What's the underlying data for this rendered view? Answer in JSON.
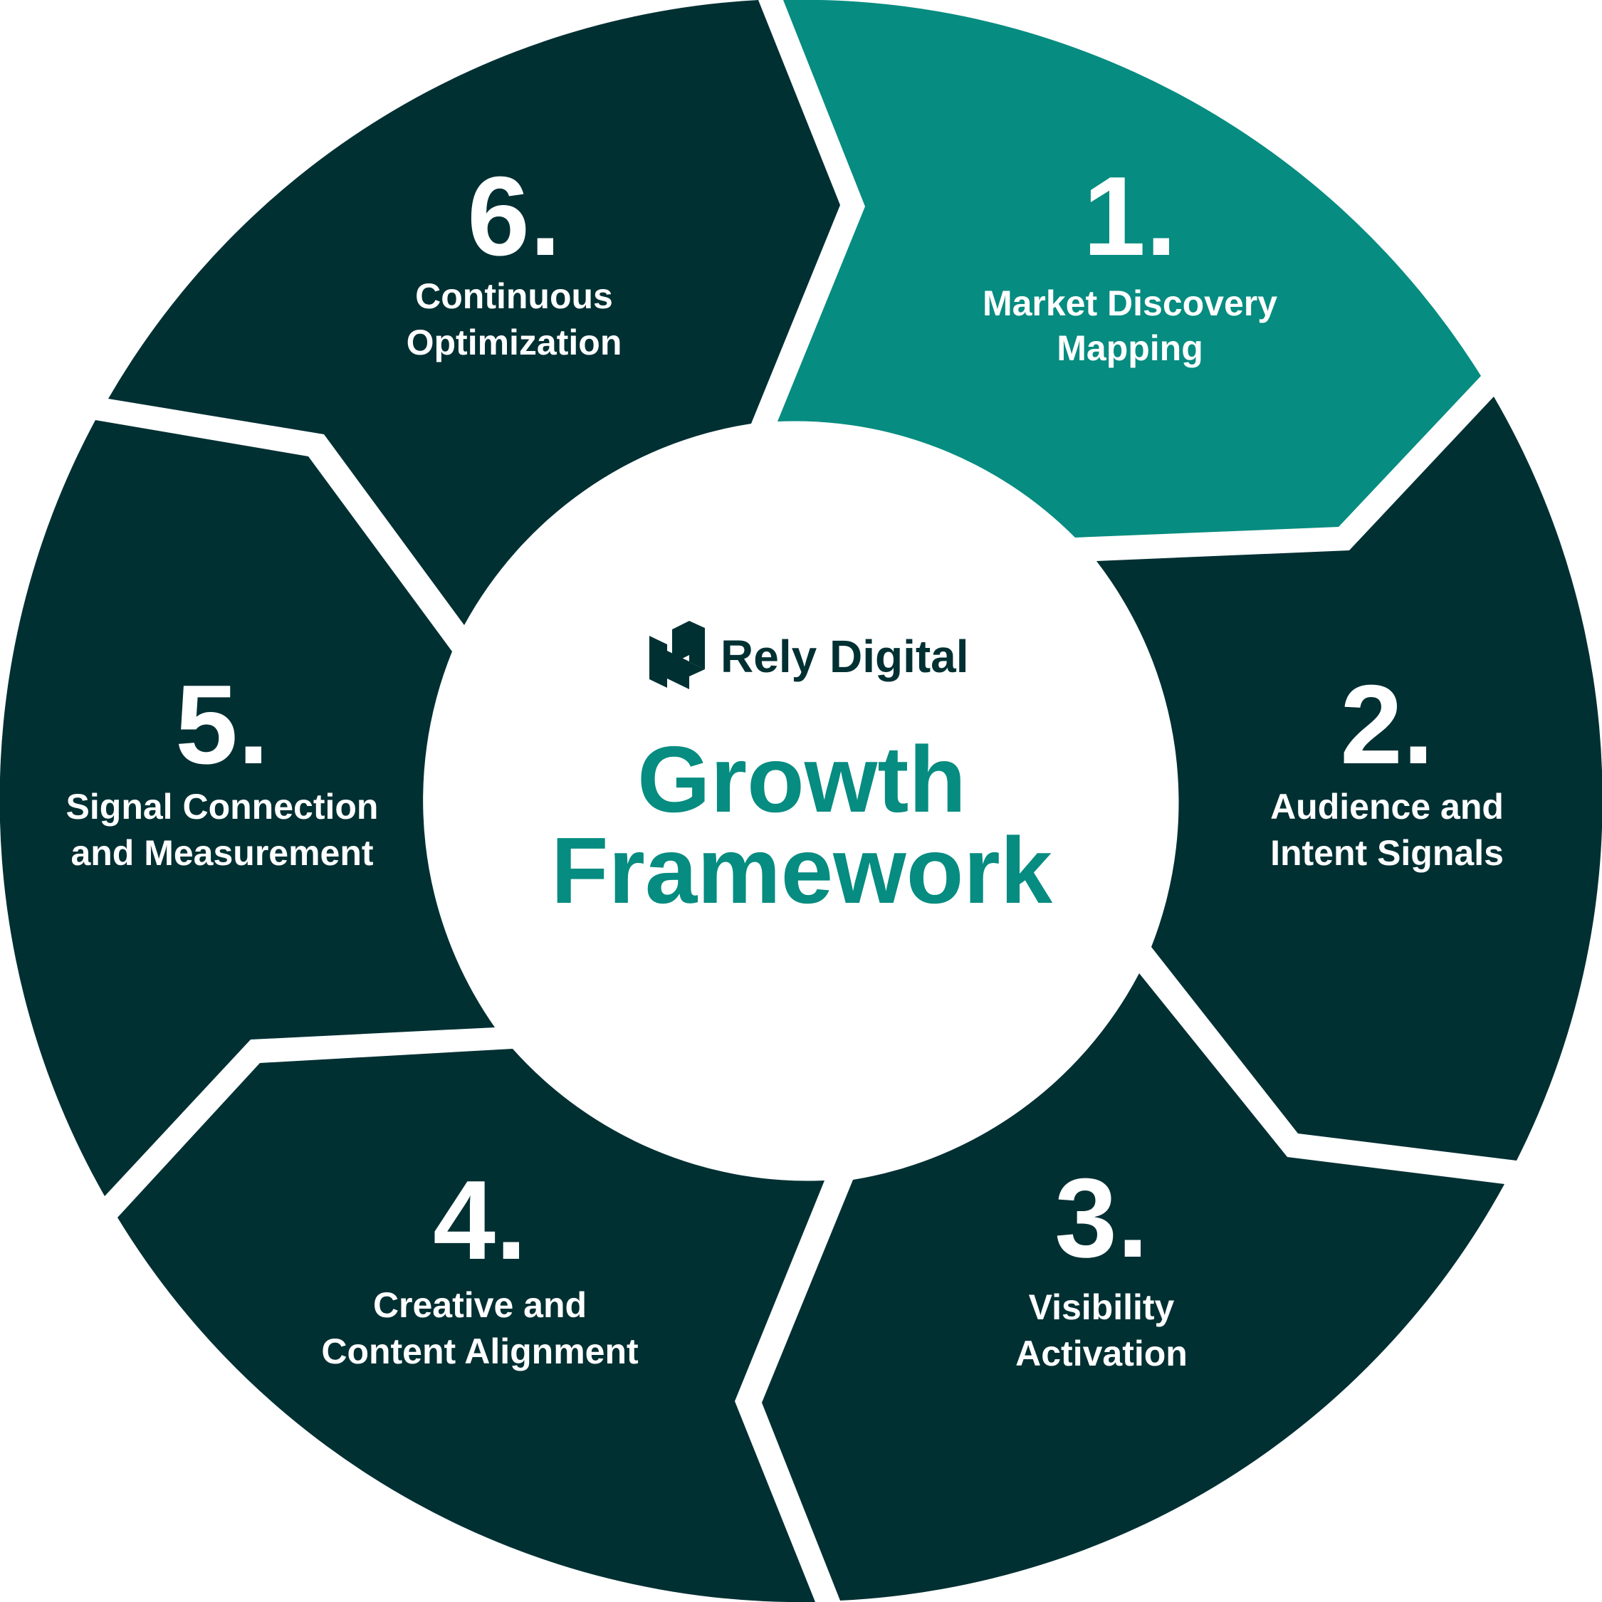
{
  "colors": {
    "dark": "#013033",
    "accent": "#068c80",
    "background": "#ffffff"
  },
  "brand": {
    "logo_icon": "rely-digital-logo-icon",
    "name": "Rely Digital"
  },
  "center": {
    "title_line1": "Growth",
    "title_line2": "Framework"
  },
  "steps": [
    {
      "number": "1.",
      "line1": "Market Discovery",
      "line2": "Mapping",
      "highlighted": true
    },
    {
      "number": "2.",
      "line1": "Audience and",
      "line2": "Intent Signals",
      "highlighted": false
    },
    {
      "number": "3.",
      "line1": "Visibility",
      "line2": "Activation",
      "highlighted": false
    },
    {
      "number": "4.",
      "line1": "Creative and",
      "line2": "Content Alignment",
      "highlighted": false
    },
    {
      "number": "5.",
      "line1": "Signal Connection",
      "line2": "and Measurement",
      "highlighted": false
    },
    {
      "number": "6.",
      "line1": "Continuous",
      "line2": "Optimization",
      "highlighted": false
    }
  ]
}
